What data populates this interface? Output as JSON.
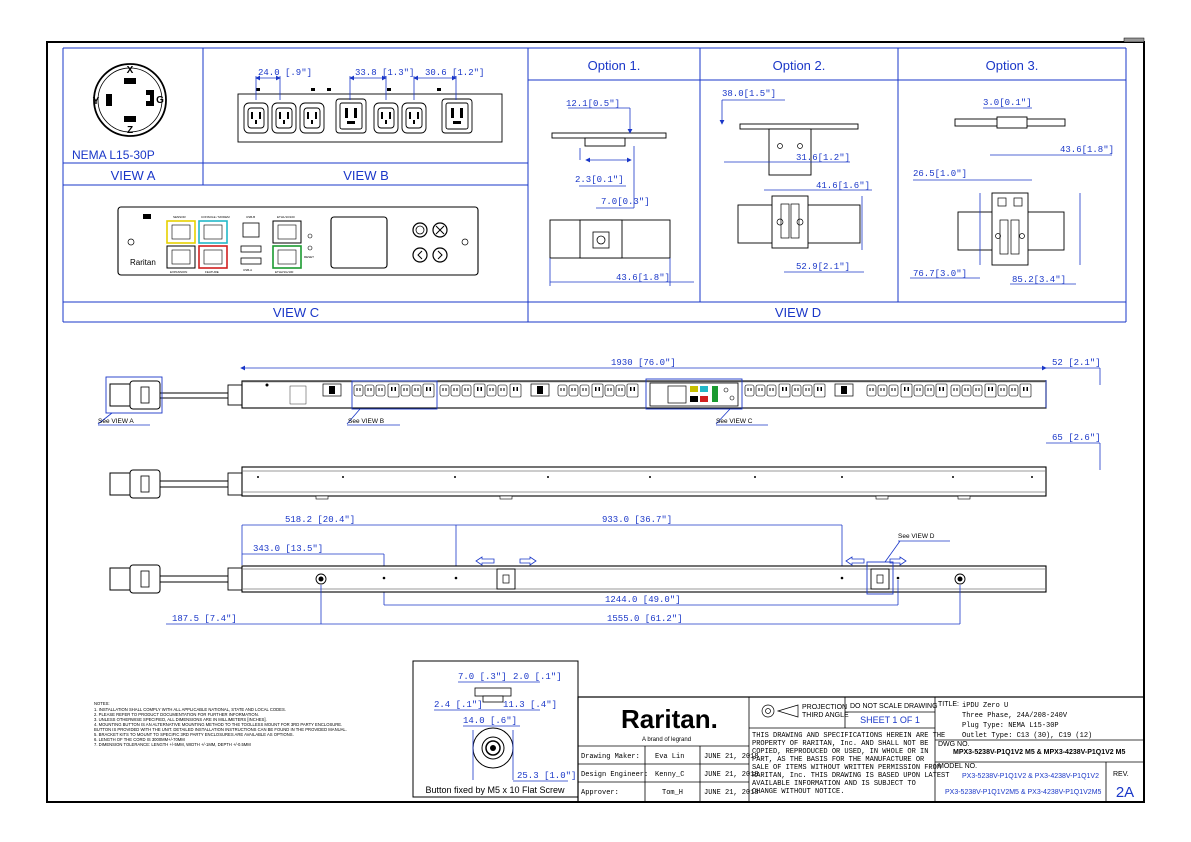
{
  "views": {
    "view_a": "VIEW A",
    "view_b": "VIEW B",
    "view_c": "VIEW C",
    "view_d": "VIEW D",
    "plug_name": "NEMA L15-30P",
    "plug_pins": {
      "x": "X",
      "y": "Y",
      "z": "Z",
      "g": "G"
    }
  },
  "options": {
    "opt1": "Option 1.",
    "opt2": "Option  2.",
    "opt3": "Option 3."
  },
  "dims": {
    "b1": "24.0 [.9\"]",
    "b2": "33.8 [1.3\"]",
    "b3": "30.6 [1.2\"]",
    "o1a": "12.1[0.5\"]",
    "o1b": "2.3[0.1\"]",
    "o1c": "7.0[0.3\"]",
    "o1d": "43.6[1.8\"]",
    "o2a": "38.0[1.5\"]",
    "o2b": "31.6[1.2\"]",
    "o2c": "41.6[1.6\"]",
    "o2d": "52.9[2.1\"]",
    "o3a": "3.0[0.1\"]",
    "o3b": "43.6[1.8\"]",
    "o3c": "26.5[1.0\"]",
    "o3d": "76.7[3.0\"]",
    "o3e": "85.2[3.4\"]",
    "len": "1930 [76.0\"]",
    "width": "52 [2.1\"]",
    "depth": "65 [2.6\"]",
    "m1": "518.2 [20.4\"]",
    "m2": "933.0 [36.7\"]",
    "m3": "343.0 [13.5\"]",
    "m4": "1244.0 [49.0\"]",
    "m5": "187.5 [7.4\"]",
    "m6": "1555.0 [61.2\"]",
    "s1": "7.0 [.3\"]",
    "s2": "2.0 [.1\"]",
    "s3": "2.4 [.1\"]",
    "s4": "11.3 [.4\"]",
    "s5": "14.0 [.6\"]",
    "s6": "25.3 [1.0\"]"
  },
  "callouts": {
    "see_a": "See VIEW A",
    "see_b": "See VIEW B",
    "see_c": "See VIEW C",
    "see_d": "See VIEW D"
  },
  "screw_caption": "Button fixed by M5 x 10 Flat Screw",
  "notes": {
    "title": "NOTES:",
    "lines": [
      "1. INSTALLATION SHALL COMPLY WITH ALL APPLICABLE NATIONAL, STATE AND LOCAL CODES.",
      "2. PLEASE REFER TO PRODUCT DOCUMENTATION FOR FURTHER INFORMATION.",
      "3. UNLESS OTHERWISE SPECIFIED, ALL DIMENSIONS ARE IN MILLIMETERS [INCHES].",
      "4. MOUNTING BUTTON IS AN ALTERNATIVE MOUNTING METHOD TO THE TOOLLESS MOUNT FOR 3RD PARTY ENCLOSURE.",
      "   BUTTON IS PROVIDED WITH THE UNIT. DETAILED INSTALLATION INSTRUCTIONS CAN BE FOUND IN THE PROVIDED MANUAL.",
      "5. BRACKET KITS TO MOUNT TO SPECIFIC 3RD PARTY ENCLOSURES ARE AVAILABLE AS OPTIONS.",
      "6. LENGTH OF THE CORD IS 3000MM+/-70MM",
      "7. DIMENSION TOLERANCE: LENGTH +/-5MM, WIDTH +/-1MM, DEPTH +/-0.5MM"
    ]
  },
  "panel": {
    "brand": "Raritan",
    "sensor": "SENSOR",
    "console": "CONSOLE / MODEM",
    "usb_b": "USB-B",
    "eth1": "ETH1/10/100",
    "expansion": "EXPANSION",
    "feature": "FEATURE",
    "usb_a": "USB-A",
    "eth2": "ETH2/1G/100",
    "reset": "RESET"
  },
  "title_block": {
    "brand": "Raritan.",
    "brand_tag": "A brand of legrand",
    "projection": "PROJECTION\nTHIRD ANGLE",
    "no_scale": "DO NOT SCALE DRAWING",
    "sheet": "SHEET 1 OF 1",
    "disclaimer": [
      "THIS DRAWING AND SPECIFICATIONS HEREIN ARE THE",
      "PROPERTY OF RARITAN, Inc. AND SHALL NOT BE",
      "COPIED, REPRODUCED OR USED, IN WHOLE OR IN",
      "PART, AS THE BASIS FOR THE MANUFACTURE OR",
      "SALE OF ITEMS WITHOUT WRITTEN PERMISSION FROM",
      "RARITAN, Inc. THIS DRAWING IS BASED UPON LATEST",
      "AVAILABLE INFORMATION AND IS SUBJECT TO",
      "CHANGE WITHOUT NOTICE."
    ],
    "rows": [
      {
        "role": "Drawing Maker:",
        "name": "Eva Lin",
        "date": "JUNE 21, 2018"
      },
      {
        "role": "Design Engineer:",
        "name": "Kenny_C",
        "date": "JUNE 21, 2018"
      },
      {
        "role": "Approver:",
        "name": "Tom_H",
        "date": "JUNE 21, 2018"
      }
    ],
    "title_label": "TITLE:",
    "title_lines": [
      "iPDU Zero U",
      "Three Phase, 24A/208-240V",
      "Plug Type: NEMA L15-30P",
      "Outlet Type: C13 (30), C19 (12)"
    ],
    "dwg_label": "DWG NO.",
    "dwg_no": "MPX3-5238V-P1Q1V2 M5 & MPX3-4238V-P1Q1V2 M5",
    "model_label": "MODEL NO.",
    "model_1": "PX3-5238V-P1Q1V2 & PX3-4238V-P1Q1V2",
    "model_2": "PX3-5238V-P1Q1V2M5 & PX3-4238V-P1Q1V2M5",
    "rev_label": "REV.",
    "rev": "2A"
  }
}
